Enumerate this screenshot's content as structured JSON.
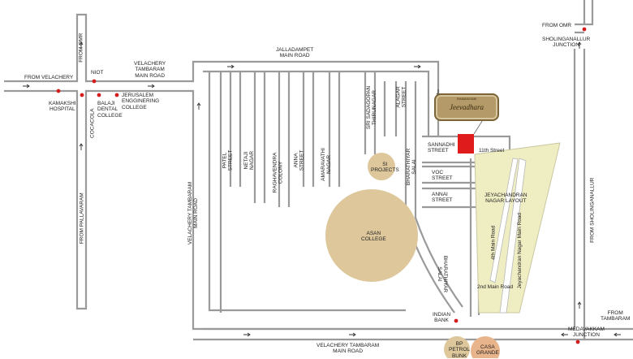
{
  "map": {
    "colors": {
      "road": "#9a9a9a",
      "landmark_fill": "#ddc79b",
      "layout_fill": "#efedc2",
      "marker": "#d41e1e",
      "site": "#e01b1b",
      "text": "#222222"
    },
    "roads": {
      "jalladampet": [
        "JALLADAMPET",
        "MAIN ROAD"
      ],
      "velachery_tambaram_top": [
        "VELACHERY",
        "TAMBARAM",
        "MAIN ROAD"
      ],
      "velachery_tambaram_bottom": [
        "VELACHERY TAMBARAM",
        "MAIN ROAD"
      ],
      "velachery_tambaram_vertical": [
        "VELACHERY TAMBARAM",
        "MAIN ROAD"
      ],
      "from_velachery": "FROM VELACHERY",
      "from_omr_left": "FROM OMR",
      "from_omr_right": "FROM OMR",
      "from_pallavaram": "FROM PALLAVARAM",
      "from_sholinganallur": "FROM SHOLINGANALLUR",
      "from_tambaram": [
        "FROM",
        "TAMBARAM"
      ],
      "sholinganallur_junction": [
        "SHOLINGANALLUR",
        "JUNCTION"
      ],
      "medavakkam_junction": [
        "MEDAVAKKAM",
        "JUNCTION"
      ],
      "cross_streets": [
        [
          "PATEL",
          "STREET"
        ],
        [
          "NETAJI",
          "NAGAR"
        ],
        [
          "RAGHAVENDRA",
          "COLONY"
        ],
        [
          "ANNA",
          "STREET"
        ],
        [
          "AMARAVATHI",
          "NAGAR"
        ],
        [
          "SRI SADAGOPAN",
          "THIRUNAGAR"
        ],
        [
          "ALAGAR",
          "STREET"
        ]
      ],
      "sannadhi_street": [
        "SANNADHI",
        "STREET"
      ],
      "eleventh_street": "11th Street",
      "bharathiyar_salai_upper": [
        "BHARATHIYAR",
        "SALAI"
      ],
      "bharathiyar_salai_lower": [
        "BHARATHIYAR",
        "SALAI"
      ],
      "voc_street": [
        "VOC",
        "STREET"
      ],
      "annai_street": [
        "ANNAI",
        "STREET"
      ],
      "jeyachandran_layout": [
        "JEYACHANDRAN",
        "NAGAR LAYOUT"
      ],
      "fourth_main_road": "4th Main Road",
      "second_main_road": "2nd Main Road",
      "jeyachandran_main_road": "Jeyachandran Nagar Main Road"
    },
    "landmarks": {
      "niot": "NIOT",
      "kamakshi": [
        "KAMAKSHI",
        "HOSPITAL"
      ],
      "cocacola": "COCACOLA",
      "balaji": [
        "BALAJI",
        "DENTAL",
        "COLLEGE"
      ],
      "jerusalem": [
        "JERUSALEM",
        "ENGGINERING",
        "COLLEGE"
      ],
      "si_projects": [
        "SI",
        "PROJECTS"
      ],
      "asan_college": [
        "ASAN",
        "COLLEGE"
      ],
      "indian_bank": [
        "INDIAN",
        "BANK"
      ],
      "bp_petrol_bunk": [
        "BP",
        "PETROL",
        "BUNK"
      ],
      "casa_grande": [
        "CASA",
        "GRANDE"
      ]
    },
    "logo": {
      "top": "RAMANIYAM",
      "name": "Jeevadhara"
    }
  }
}
